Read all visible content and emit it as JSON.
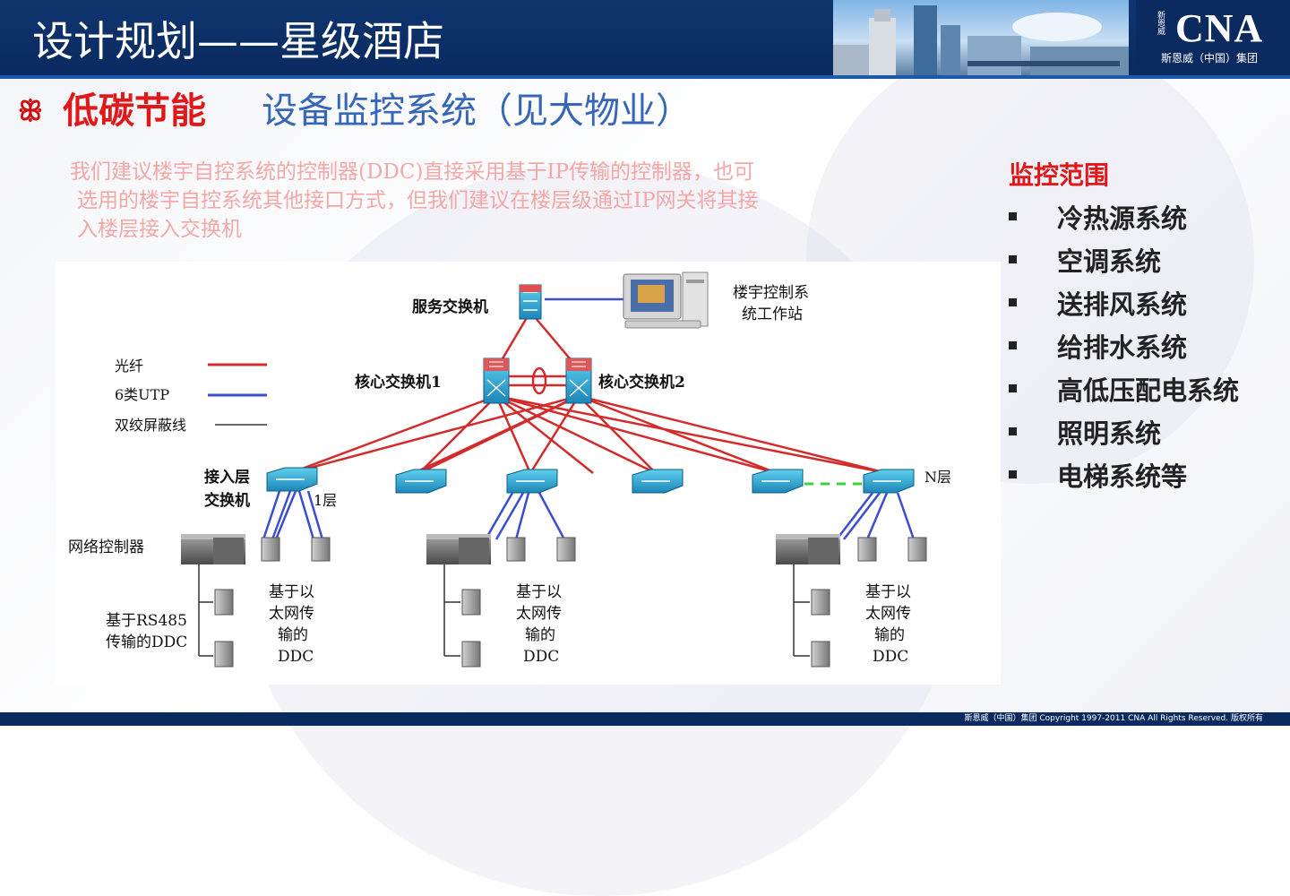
{
  "header": {
    "title": "设计规划——星级酒店",
    "logo_vertical": "新恩威",
    "logo_main": "CNA",
    "logo_sub": "斯恩威（中国）集团"
  },
  "subtitle": {
    "icon": "ꕥ",
    "red": "低碳节能",
    "blue": "设备监控系统（见大物业）"
  },
  "description": [
    "我们建议楼宇自控系统的控制器(DDC)直接采用基于IP传输的控制器，也可",
    "选用的楼宇自控系统其他接口方式，但我们建议在楼层级通过IP网关将其接",
    "入楼层接入交换机"
  ],
  "scope": {
    "title": "监控范围",
    "items": [
      "冷热源系统",
      "空调系统",
      "送排风系统",
      "给排水系统",
      "高低压配电系统",
      "照明系统",
      "电梯系统等"
    ]
  },
  "diagram": {
    "service_switch": "服务交换机",
    "workstation_1": "楼宇控制系",
    "workstation_2": "统工作站",
    "core_switch_1": "核心交换机1",
    "core_switch_2": "核心交换机2",
    "legend": [
      {
        "label": "光纤",
        "color": "#d42a2a"
      },
      {
        "label": "6类UTP",
        "color": "#3a4ed0"
      },
      {
        "label": "双绞屏蔽线",
        "color": "#333333"
      }
    ],
    "access_1": "接入层",
    "access_2": "交换机",
    "floor_1": "1层",
    "floor_n": "N层",
    "net_controller": "网络控制器",
    "rs485_1": "基于RS485",
    "rs485_2": "传输的DDC",
    "eth_ddc": [
      "基于以",
      "太网传",
      "输的",
      "DDC"
    ]
  },
  "footer": {
    "text": "斯恩威（中国）集团   Copyright 1997-2011 CNA All Rights Reserved. 版权所有"
  },
  "colors": {
    "header": "#0a2a60",
    "accent_red": "#e0181a",
    "accent_blue": "#3566b8",
    "fiber": "#d42a2a",
    "utp": "#3a4ed0",
    "switch": "#2aa0c8"
  }
}
